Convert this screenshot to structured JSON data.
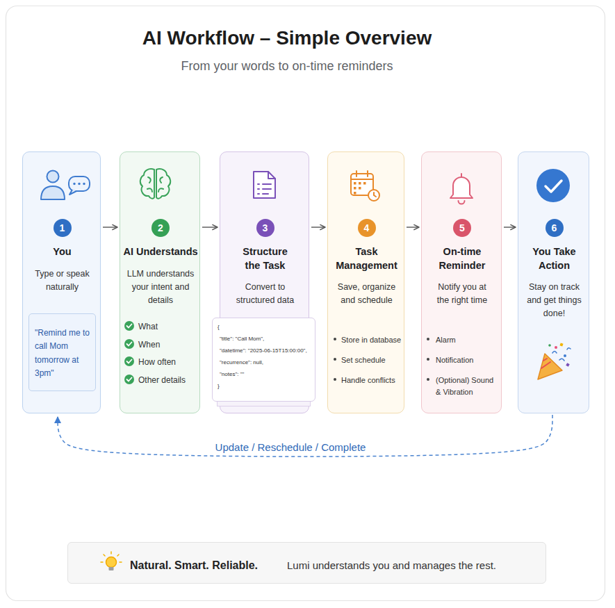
{
  "diagram": {
    "title": "AI Workflow – Simple Overview",
    "nodes": [
      {
        "text": [
          "You",
          "Type or speak naturally"
        ]
      },
      {
        "text": [
          "1"
        ],
        "in": 0
      },
      {
        "text": [
          "\"Remind me to call Mom tomorrow at 3pm\""
        ],
        "in": 0
      },
      {
        "text": [
          "AI Understands",
          "LLM understands your intent and details",
          "What",
          "When",
          "How often",
          "Other details"
        ]
      },
      {
        "text": [
          "2"
        ],
        "in": 3
      },
      {
        "text": [
          "Structure the Task",
          "Convert to structured data"
        ]
      },
      {
        "text": [
          "3"
        ],
        "in": 5
      },
      {
        "text": [
          "{",
          "\"title\": \"Call Mom\",",
          "\"datetime\": \"2025-06-15T15:00:00\",",
          "\"recurrence\": null,",
          "\"notes\": \"\"",
          "}"
        ],
        "in": 5
      },
      {
        "text": [
          "Task Management",
          "Save, organize and schedule",
          "Store in database",
          "Set schedule",
          "Handle conflicts"
        ]
      },
      {
        "text": [
          "4"
        ],
        "in": 8
      },
      {
        "text": [
          "On-time Reminder",
          "Notify you at the right time",
          "Alarm",
          "Notification",
          "(Optional) Sound & Vibration"
        ]
      },
      {
        "text": [
          "5"
        ],
        "in": 10
      },
      {
        "text": [
          "You Take Action",
          "Stay on track and get things done!"
        ]
      },
      {
        "text": [
          "6"
        ],
        "in": 12
      },
      {
        "text": [
          "Natural. Smart. Reliable.",
          "Lumi understands you and manages the rest."
        ]
      }
    ],
    "edges": [
      {
        "from": 0,
        "to": 3,
        "arrow": "to"
      },
      {
        "from": 3,
        "to": 5,
        "arrow": "to"
      },
      {
        "from": 5,
        "to": 8,
        "arrow": "to"
      },
      {
        "from": 8,
        "to": 10,
        "arrow": "to"
      },
      {
        "from": 10,
        "to": 12,
        "arrow": "to"
      },
      {
        "from": 12,
        "to": 0,
        "label": "Update / Reschedule / Complete",
        "arrow": "to"
      }
    ],
    "labels": [
      "From your words to on-time reminders"
    ]
  }
}
